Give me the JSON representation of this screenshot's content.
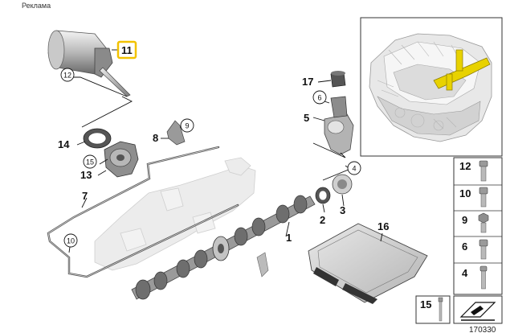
{
  "ad_label": "Реклама",
  "reference_number": "170330",
  "callouts": {
    "c1": "1",
    "c2": "2",
    "c3": "3",
    "c5": "5",
    "c7": "7",
    "c8": "8",
    "c11": "11",
    "c13": "13",
    "c14": "14",
    "c16": "16",
    "c17": "17"
  },
  "circled_callouts": {
    "c4": "4",
    "c6": "6",
    "c9": "9",
    "c10": "10",
    "c12": "12",
    "c15": "15"
  },
  "side_panel": {
    "items": [
      "12",
      "10",
      "9",
      "6",
      "4"
    ],
    "bottom_item": "15"
  },
  "colors": {
    "highlight_box": "#f2c200",
    "parts_light": "#e4e4e4",
    "parts_mid": "#bdbdbd",
    "parts_dark": "#555555",
    "highlight_part": "#e8d200"
  }
}
